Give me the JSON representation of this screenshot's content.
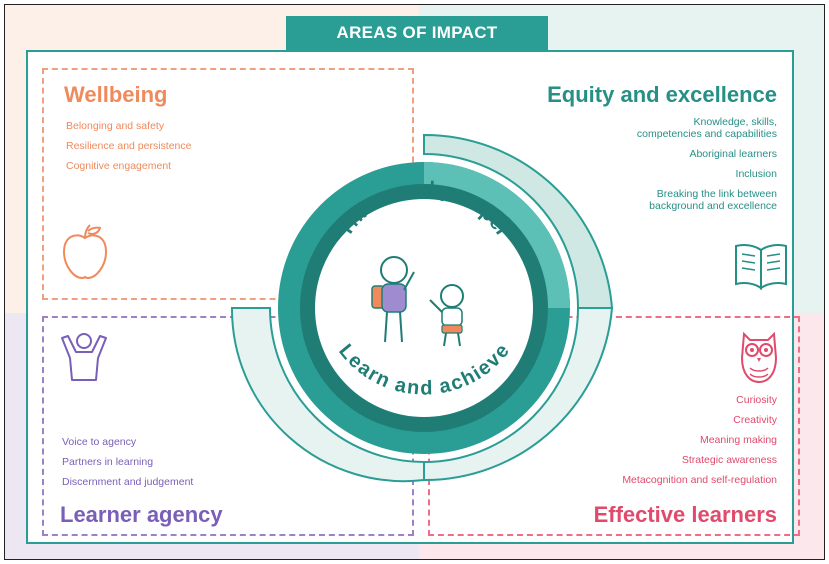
{
  "banner": {
    "title": "AREAS OF IMPACT"
  },
  "colors": {
    "teal": "#2a9d94",
    "teal_dark": "#1f7d76",
    "teal_light": "#cfe8e4",
    "orange": "#f08a5d",
    "purple": "#7a5fb8",
    "pink": "#e04a6c"
  },
  "wellbeing": {
    "title": "Wellbeing",
    "items": [
      "Belonging and safety",
      "Resilience and persistence",
      "Cognitive engagement"
    ],
    "icon": "apple-icon"
  },
  "equity": {
    "title": "Equity and excellence",
    "items": [
      [
        "Knowledge, skills,",
        "competencies and capabilities"
      ],
      [
        "Aboriginal learners"
      ],
      [
        "Inclusion"
      ],
      [
        "Breaking the link between",
        "background and excellence"
      ]
    ],
    "icon": "open-book-icon"
  },
  "learner_agency": {
    "title": "Learner agency",
    "items": [
      "Voice to agency",
      "Partners in learning",
      "Discernment and judgement"
    ],
    "icon": "person-arms-up-icon"
  },
  "effective_learners": {
    "title": "Effective learners",
    "items": [
      "Curiosity",
      "Creativity",
      "Meaning making",
      "Strategic awareness",
      "Metacognition and self-regulation"
    ],
    "icon": "owl-icon"
  },
  "center": {
    "top_text": "Thrive and prosper",
    "bottom_text": "Learn and achieve",
    "illustration": "two-children-icon"
  }
}
